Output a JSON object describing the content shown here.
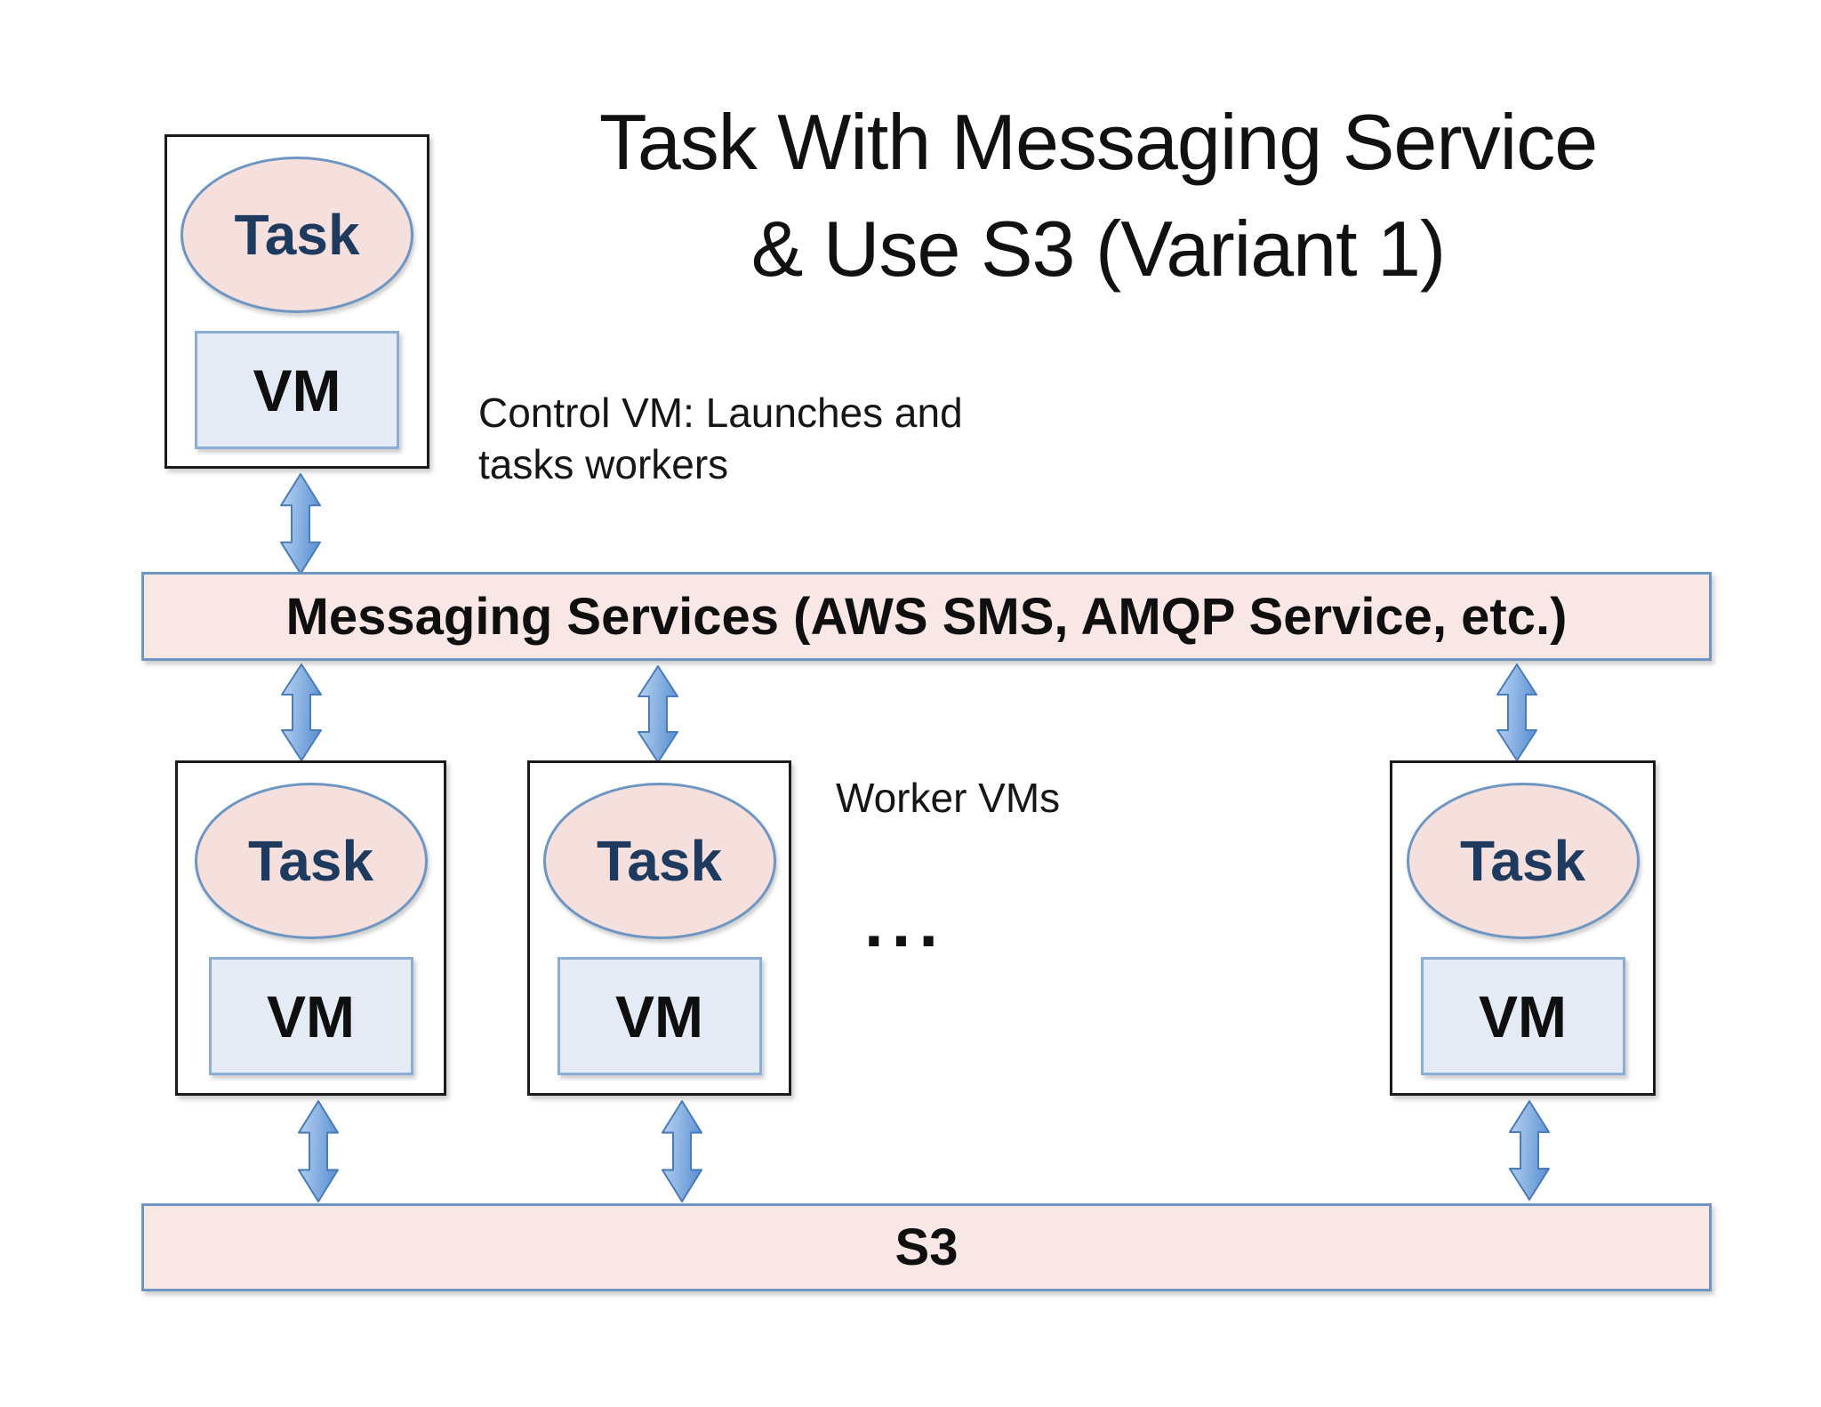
{
  "title": {
    "line1": "Task With Messaging Service",
    "line2": "& Use S3 (Variant 1)"
  },
  "control_vm": {
    "task_label": "Task",
    "vm_label": "VM",
    "caption_line1": "Control VM: Launches and",
    "caption_line2": "tasks workers"
  },
  "messaging_bar": {
    "label": "Messaging Services (AWS SMS, AMQP Service, etc.)"
  },
  "workers": {
    "heading": "Worker VMs",
    "ellipsis": "...",
    "items": [
      {
        "task_label": "Task",
        "vm_label": "VM"
      },
      {
        "task_label": "Task",
        "vm_label": "VM"
      },
      {
        "task_label": "Task",
        "vm_label": "VM"
      }
    ]
  },
  "s3_bar": {
    "label": "S3"
  },
  "icons": {
    "arrow": "double-headed-vertical-arrow"
  },
  "colors": {
    "bar_fill": "#f8e7e5",
    "bar_border": "#6e96c2",
    "ellipse_fill": "#f5e0dd",
    "ellipse_border": "#6e96c2",
    "vm_fill": "#e4ebf5",
    "vm_border": "#8aaed6",
    "box_border": "#1b1b1b",
    "task_text": "#1e3a5f",
    "arrow_light": "#b9d4f1",
    "arrow_dark": "#6094d4",
    "arrow_stroke": "#4a7cb8",
    "text": "#1a1a1a"
  }
}
